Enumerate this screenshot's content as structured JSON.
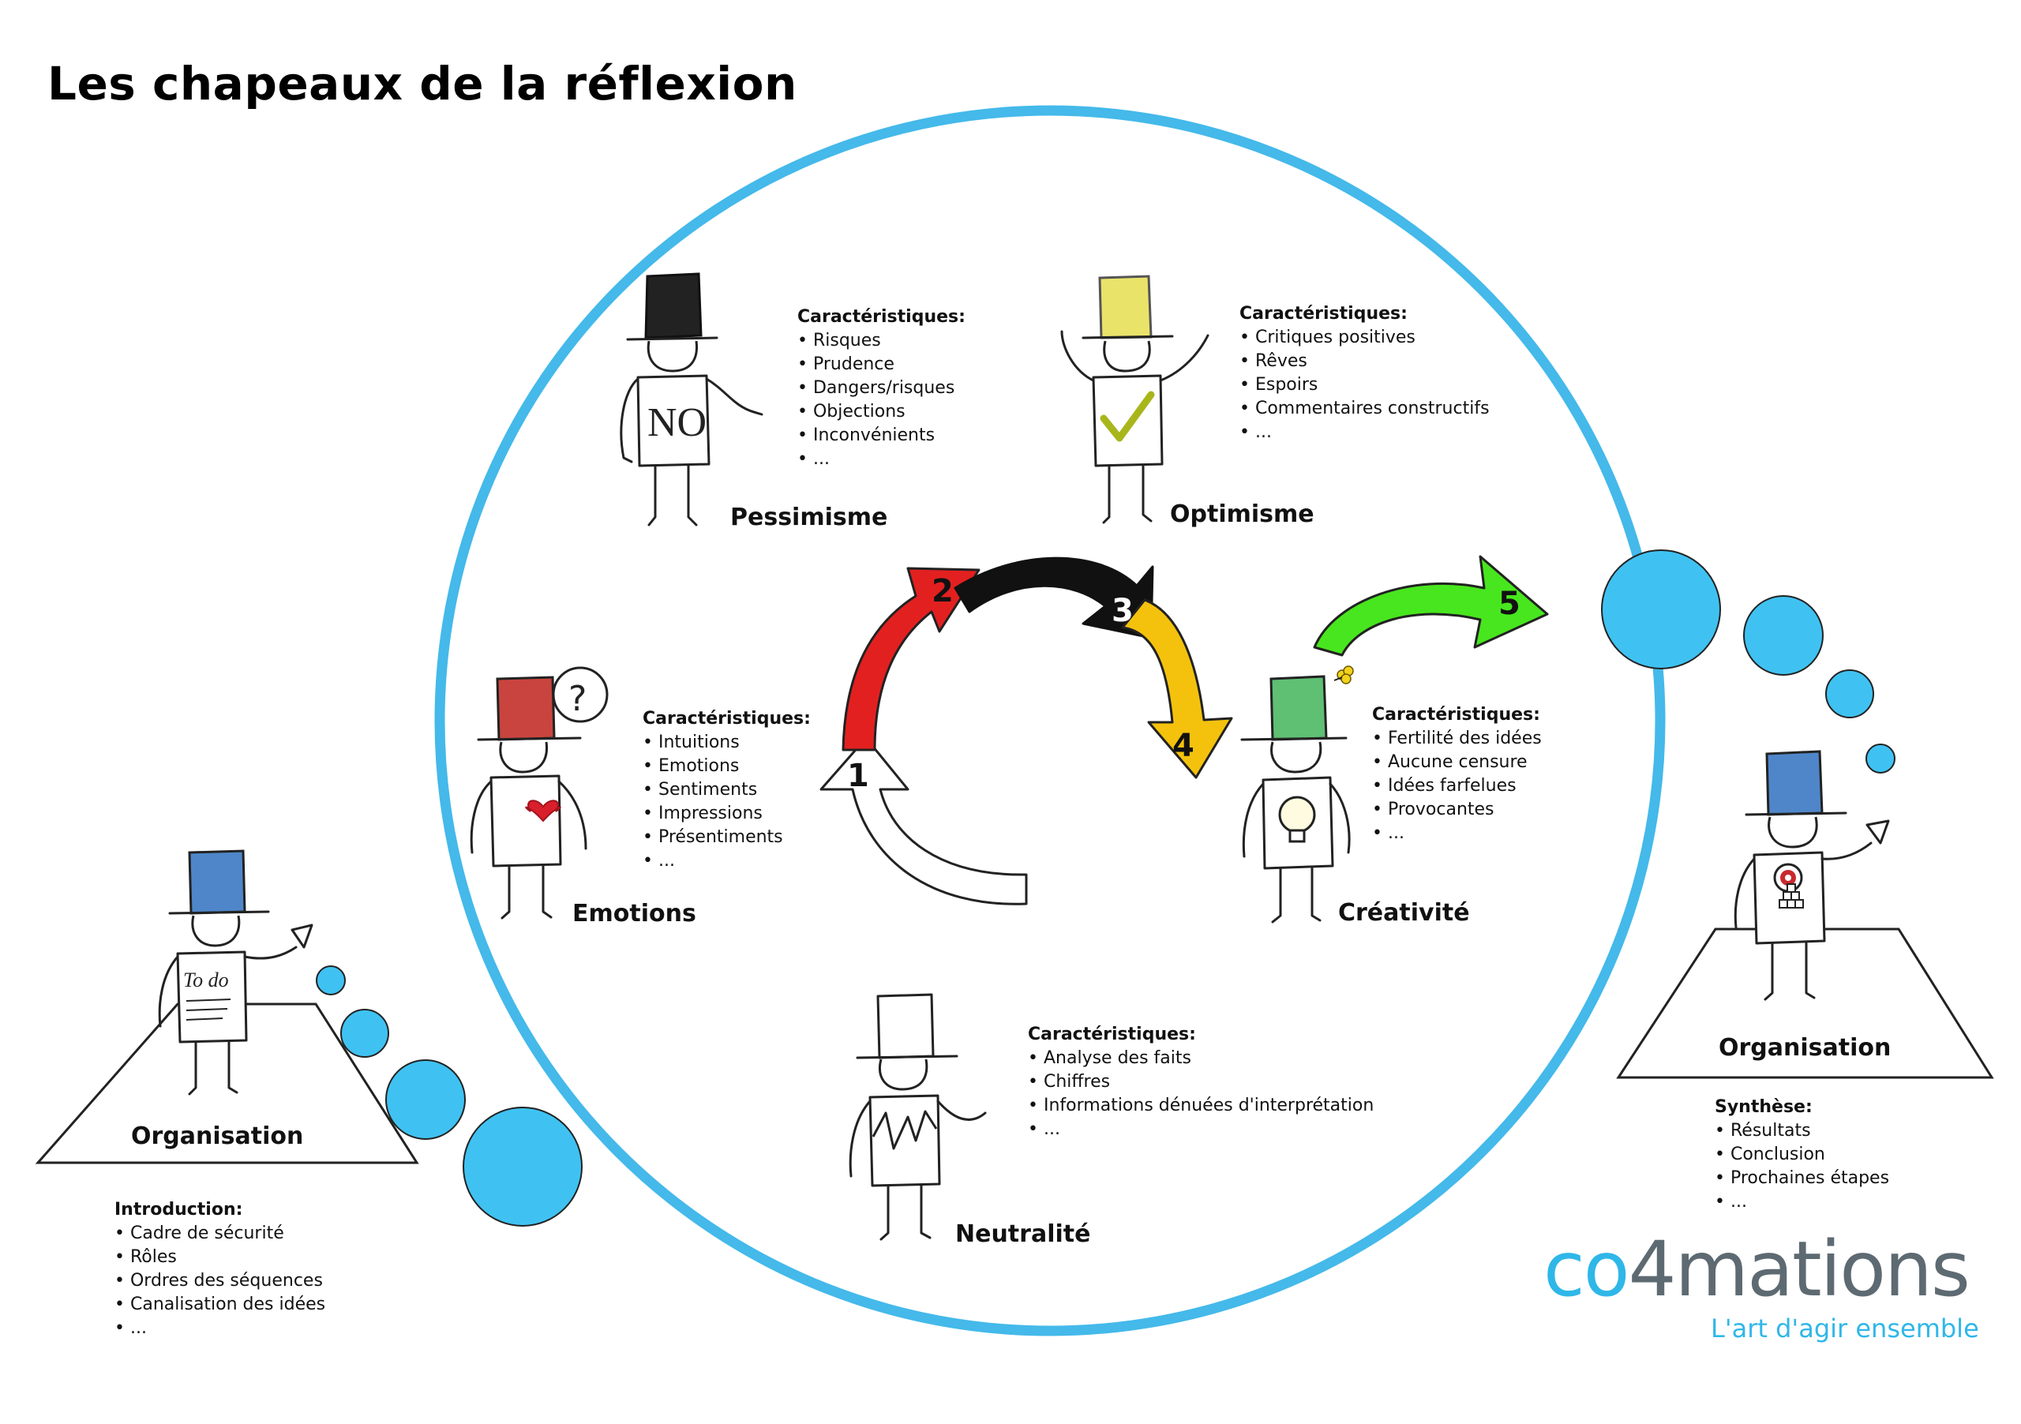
{
  "title": "Les chapeaux de la réflexion",
  "colors": {
    "ring": "#44b9ea",
    "bubble": "#3fc2f2",
    "hat_black": "#222222",
    "hat_yellow": "#e9e36a",
    "hat_red": "#c9443e",
    "hat_green": "#5fbf73",
    "hat_blue": "#4f86c9",
    "hat_white": "#ffffff",
    "arrow_red": "#e32020",
    "arrow_black": "#111111",
    "arrow_yellow": "#f4c20d",
    "arrow_green": "#48e61e",
    "brand_blue": "#2fb7e8",
    "brand_gray": "#5e6a72"
  },
  "hats": {
    "pessimism": {
      "name": "Pessimisme",
      "shirt_text": "NO",
      "heading": "Caractéristiques:",
      "items": [
        "Risques",
        "Prudence",
        "Dangers/risques",
        "Objections",
        "Inconvénients",
        "..."
      ]
    },
    "optimism": {
      "name": "Optimisme",
      "heading": "Caractéristiques:",
      "items": [
        "Critiques positives",
        "Rêves",
        "Espoirs",
        "Commentaires constructifs",
        "..."
      ]
    },
    "emotions": {
      "name": "Emotions",
      "heading": "Caractéristiques:",
      "items": [
        "Intuitions",
        "Emotions",
        "Sentiments",
        "Impressions",
        "Présentiments",
        "..."
      ]
    },
    "creativity": {
      "name": "Créativité",
      "heading": "Caractéristiques:",
      "items": [
        "Fertilité des idées",
        "Aucune censure",
        "Idées farfelues",
        "Provocantes",
        "..."
      ]
    },
    "neutrality": {
      "name": "Neutralité",
      "heading": "Caractéristiques:",
      "items": [
        "Analyse des faits",
        "Chiffres",
        "Informations dénuées d'interprétation",
        "..."
      ]
    },
    "organisation_left": {
      "name": "Organisation",
      "shirt_text": "To do",
      "heading": "Introduction:",
      "items": [
        "Cadre de sécurité",
        "Rôles",
        "Ordres des séquences",
        "Canalisation des idées",
        "..."
      ]
    },
    "organisation_right": {
      "name": "Organisation",
      "heading": "Synthèse:",
      "items": [
        "Résultats",
        "Conclusion",
        "Prochaines étapes",
        "..."
      ]
    }
  },
  "steps": [
    "1",
    "2",
    "3",
    "4",
    "5"
  ],
  "icons": {
    "question": "question-thought-icon",
    "heart": "heart-icon",
    "check": "checkmark-icon",
    "bulb": "lightbulb-icon",
    "flower": "flower-icon",
    "target": "target-icon",
    "graph": "zigzag-graph-icon"
  },
  "brand": {
    "part1": "co",
    "digit": "4",
    "part2": "mations",
    "tagline": "L'art d'agir ensemble"
  }
}
